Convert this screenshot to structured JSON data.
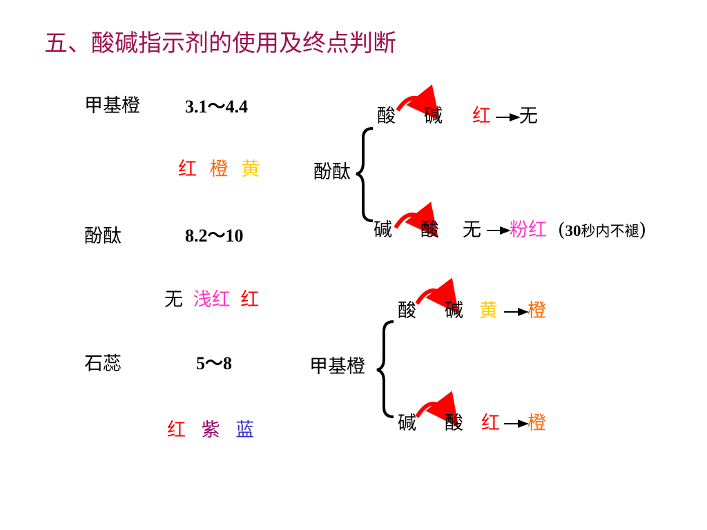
{
  "title": "五、酸碱指示剂的使用及终点判断",
  "colors": {
    "title": "#a0104f",
    "red": "#ff0000",
    "orange": "#ff6600",
    "yellow": "#ffcc00",
    "pink": "#ff33cc",
    "purple": "#990066",
    "blue": "#3333cc",
    "black": "#000000"
  },
  "indicators": {
    "methyl_orange": {
      "name": "甲基橙",
      "range": "3.1～4.4",
      "c1": "红",
      "c2": "橙",
      "c3": "黄"
    },
    "phenolphthalein": {
      "name": "酚酞",
      "range": "8.2～10",
      "c1": "无",
      "c2": "浅红",
      "c3": "红"
    },
    "litmus": {
      "name": "石蕊",
      "range": "5～8",
      "c1": "红",
      "c2": "紫",
      "c3": "蓝"
    }
  },
  "endpoints": {
    "phenolphthalein": {
      "label": "酚酞",
      "upper": {
        "from": "酸",
        "to": "碱",
        "start_color": "红",
        "end_color": "无"
      },
      "lower": {
        "from": "碱",
        "to": "酸",
        "start_color": "无",
        "end_color": "粉红",
        "note_open": "(",
        "note_num": "30",
        "note_text": "秒内不褪",
        "note_close": ")"
      }
    },
    "methyl_orange": {
      "label": "甲基橙",
      "upper": {
        "from": "酸",
        "to": "碱",
        "start_color": "黄",
        "end_color": "橙"
      },
      "lower": {
        "from": "碱",
        "to": "酸",
        "start_color": "红",
        "end_color": "橙"
      }
    }
  }
}
